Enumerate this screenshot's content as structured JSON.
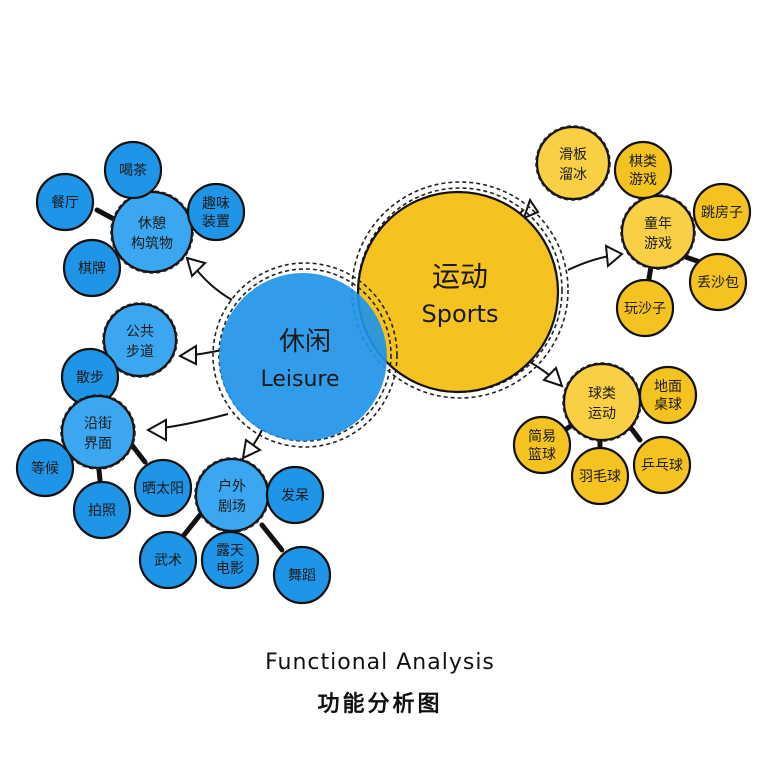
{
  "colors": {
    "blue": "#1f95e8",
    "blue_light": "#3aa7f0",
    "yellow": "#f5c320",
    "yellow_light": "#f9d043",
    "ink": "#111111"
  },
  "hubs": {
    "leisure": {
      "zh": "休闲",
      "en": "Leisure"
    },
    "sports": {
      "zh": "运动",
      "en": "Sports"
    }
  },
  "leisure_groups": {
    "rest": {
      "label": [
        "休憩",
        "构筑物"
      ],
      "children": [
        [
          "喝茶"
        ],
        [
          "餐厅"
        ],
        [
          "趣味",
          "装置"
        ],
        [
          "棋牌"
        ]
      ]
    },
    "walkway": {
      "label": [
        "公共",
        "步道"
      ],
      "children": [
        [
          "散步"
        ]
      ]
    },
    "street": {
      "label": [
        "沿街",
        "界面"
      ],
      "children": [
        [
          "等候"
        ],
        [
          "拍照"
        ],
        [
          "晒太阳"
        ]
      ]
    },
    "theater": {
      "label": [
        "户外",
        "剧场"
      ],
      "children": [
        [
          "发呆"
        ],
        [
          "武术"
        ],
        [
          "露天",
          "电影"
        ],
        [
          "舞蹈"
        ]
      ]
    }
  },
  "sports_groups": {
    "skate": {
      "label": [
        "滑板",
        "溜冰"
      ],
      "children": []
    },
    "childhood": {
      "label": [
        "童年",
        "游戏"
      ],
      "children": [
        [
          "棋类",
          "游戏"
        ],
        [
          "跳房子"
        ],
        [
          "丢沙包"
        ],
        [
          "玩沙子"
        ]
      ]
    },
    "ball": {
      "label": [
        "球类",
        "运动"
      ],
      "children": [
        [
          "地面",
          "桌球"
        ],
        [
          "简易",
          "篮球"
        ],
        [
          "羽毛球"
        ],
        [
          "乒乓球"
        ]
      ]
    }
  },
  "footer": {
    "en": "Functional Analysis",
    "zh": "功能分析图"
  }
}
